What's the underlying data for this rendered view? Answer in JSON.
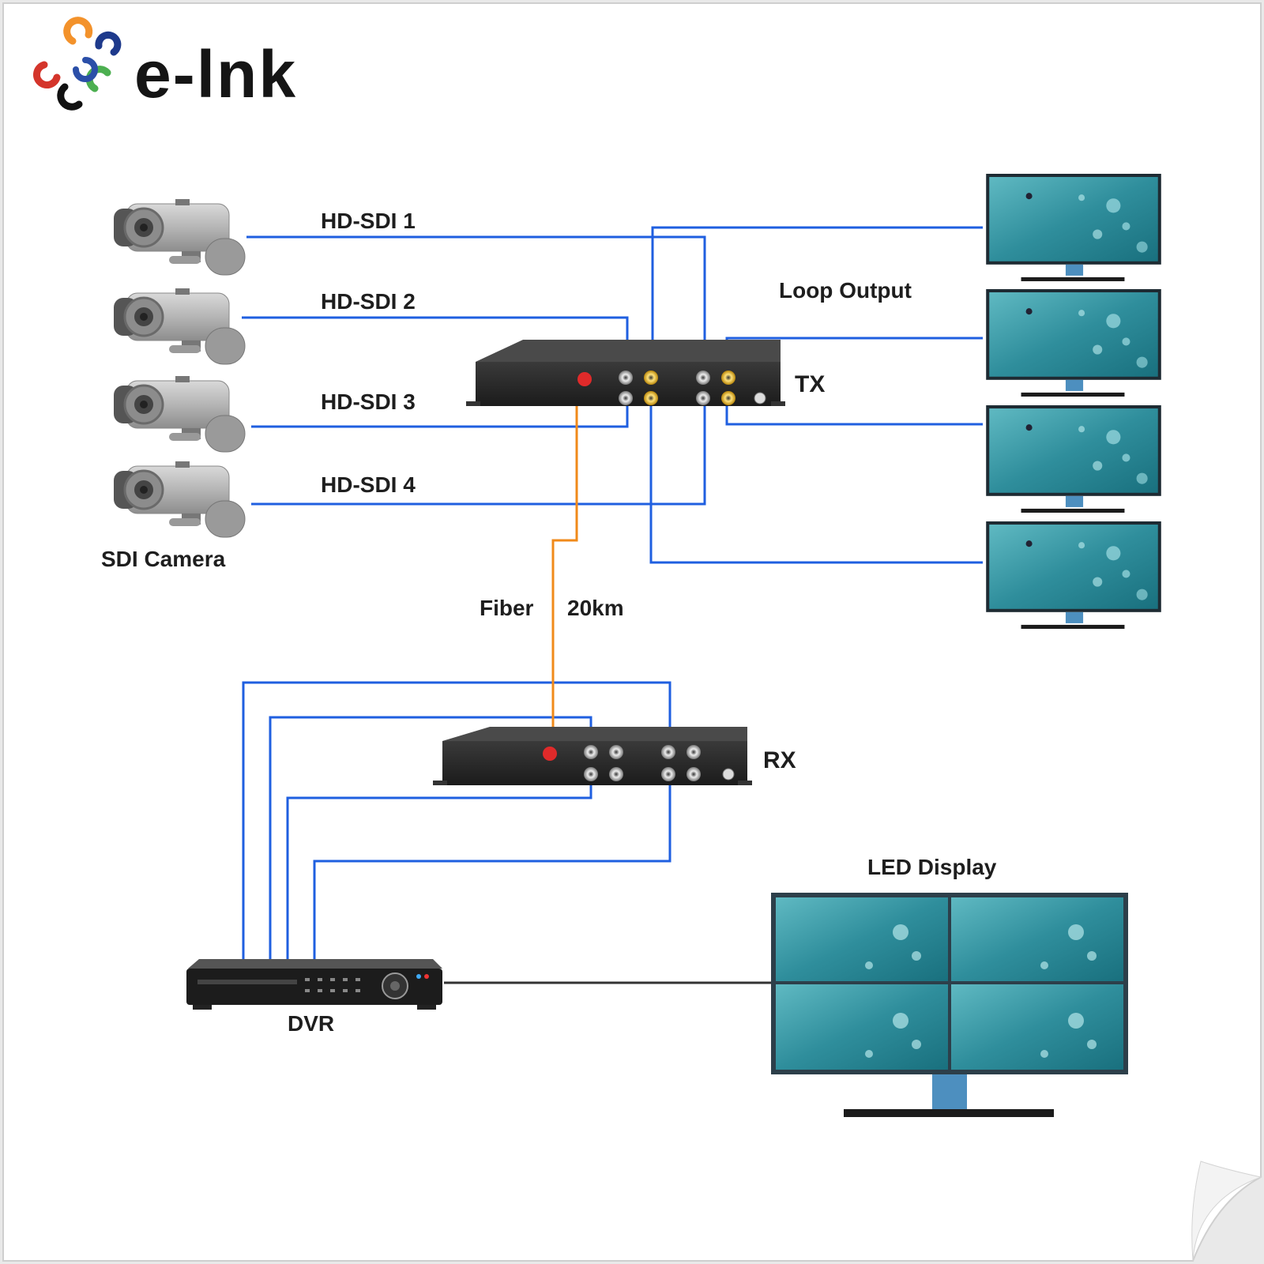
{
  "brand": {
    "logo_text": "e-lnk"
  },
  "cameras": {
    "labels": [
      "HD-SDI 1",
      "HD-SDI 2",
      "HD-SDI 3",
      "HD-SDI 4"
    ],
    "group_label": "SDI Camera"
  },
  "loop_output": {
    "label": "Loop Output"
  },
  "tx": {
    "label": "TX"
  },
  "rx": {
    "label": "RX"
  },
  "fiber": {
    "label": "Fiber",
    "distance": "20km"
  },
  "dvr": {
    "label": "DVR"
  },
  "led_display": {
    "label": "LED Display"
  },
  "colors": {
    "sdi_line": "#1f5fe0",
    "fiber_line": "#f08a1a",
    "hdmi_line": "#333333",
    "background": "#ffffff"
  }
}
